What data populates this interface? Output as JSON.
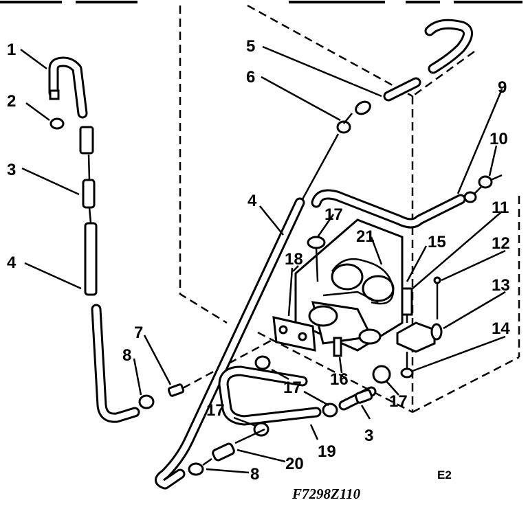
{
  "callouts": {
    "c1": "1",
    "c2": "2",
    "c3a": "3",
    "c3b": "3",
    "c4a": "4",
    "c4b": "4",
    "c5": "5",
    "c6": "6",
    "c7": "7",
    "c8a": "8",
    "c8b": "8",
    "c9": "9",
    "c10": "10",
    "c11": "11",
    "c12": "12",
    "c13": "13",
    "c14": "14",
    "c15": "15",
    "c16": "16",
    "c17a": "17",
    "c17b": "17",
    "c17c": "17",
    "c17d": "17",
    "c18": "18",
    "c19": "19",
    "c20": "20",
    "c21": "21"
  },
  "figure_code": "F7298Z110",
  "corner_mark": "E2"
}
